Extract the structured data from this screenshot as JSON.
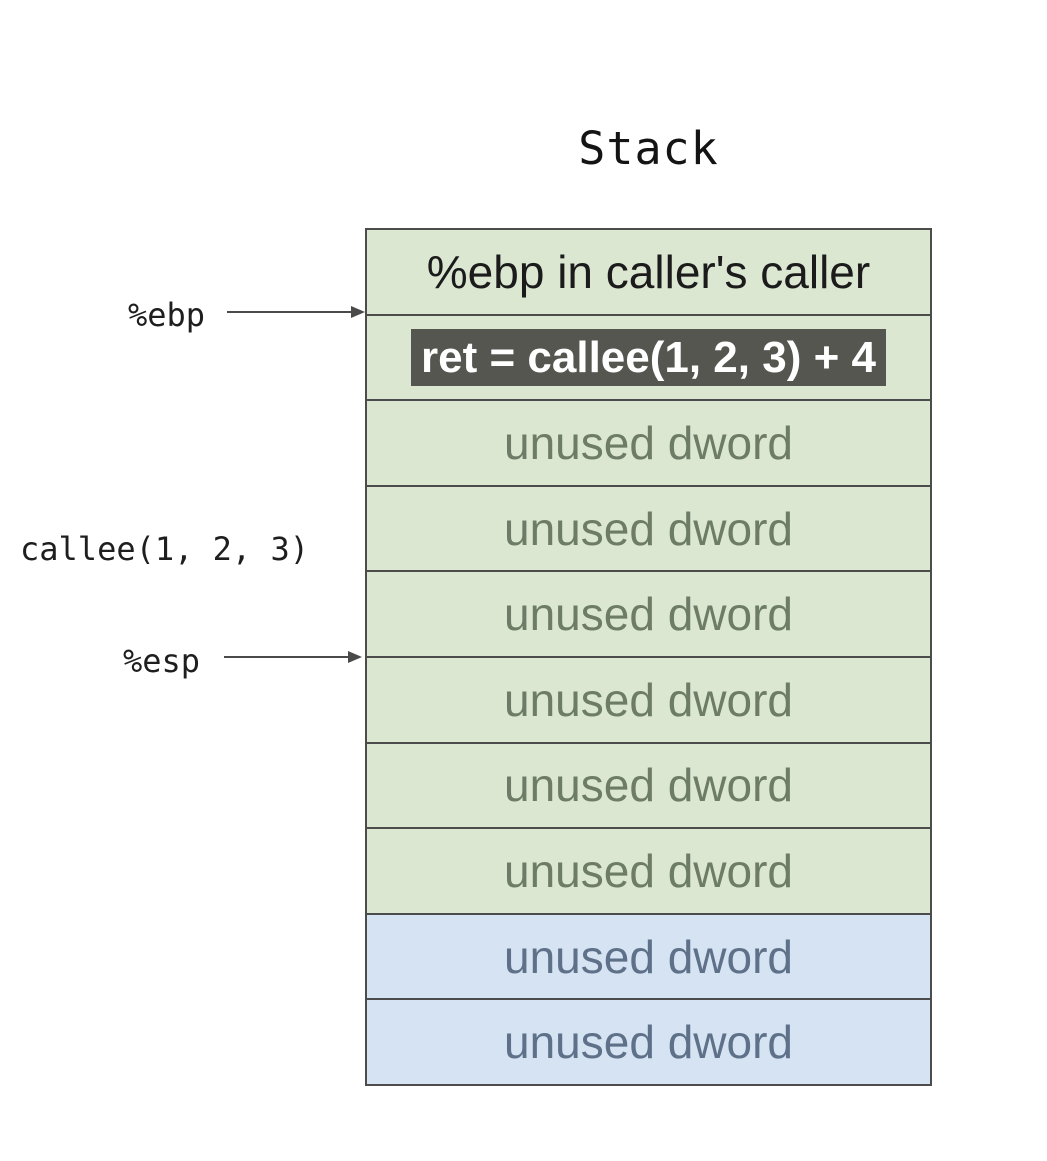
{
  "title": "Stack",
  "colors": {
    "cell-green": "#dce7d2",
    "cell-blue": "#d5e3f2",
    "green-text": "#6d7c66",
    "blue-text": "#5e7189",
    "dark-text": "#1b1b1b",
    "highlight-bg": "#565650",
    "highlight-text": "#ffffff",
    "border": "#4c4c4c",
    "arrow": "#4a4a4a"
  },
  "pointers": {
    "ebp_label": "%ebp",
    "esp_label": "%esp",
    "callee_label": "callee(1, 2, 3)"
  },
  "stack": {
    "rows": [
      {
        "label": "%ebp in caller's caller",
        "variant": "green",
        "emphasis": "dark"
      },
      {
        "label": "ret = callee(1, 2, 3) + 4",
        "variant": "green",
        "highlighted": true
      },
      {
        "label": "unused dword",
        "variant": "green"
      },
      {
        "label": "unused dword",
        "variant": "green"
      },
      {
        "label": "unused dword",
        "variant": "green"
      },
      {
        "label": "unused dword",
        "variant": "green"
      },
      {
        "label": "unused dword",
        "variant": "green"
      },
      {
        "label": "unused dword",
        "variant": "green"
      },
      {
        "label": "unused dword",
        "variant": "blue"
      },
      {
        "label": "unused dword",
        "variant": "blue"
      }
    ]
  }
}
